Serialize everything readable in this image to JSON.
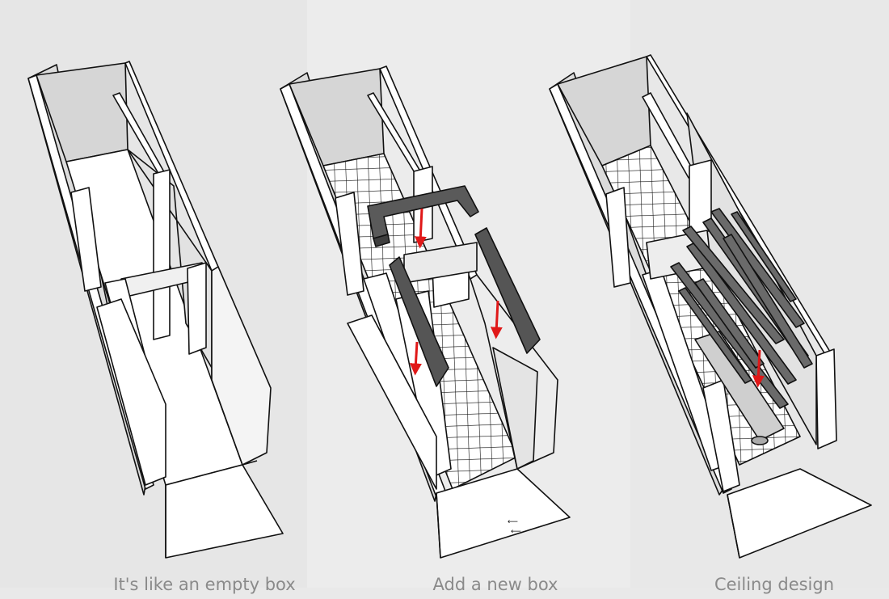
{
  "panels": [
    {
      "caption": "It's like an empty box"
    },
    {
      "caption": "Add a new box"
    },
    {
      "caption": "Ceiling design"
    }
  ],
  "colors": {
    "background": "#e9e9e9",
    "wall": "#ffffff",
    "wall_shade": "#d9d9d9",
    "dark_box": "#555555",
    "arrow": "#e01818",
    "caption": "#8a8a8a"
  }
}
